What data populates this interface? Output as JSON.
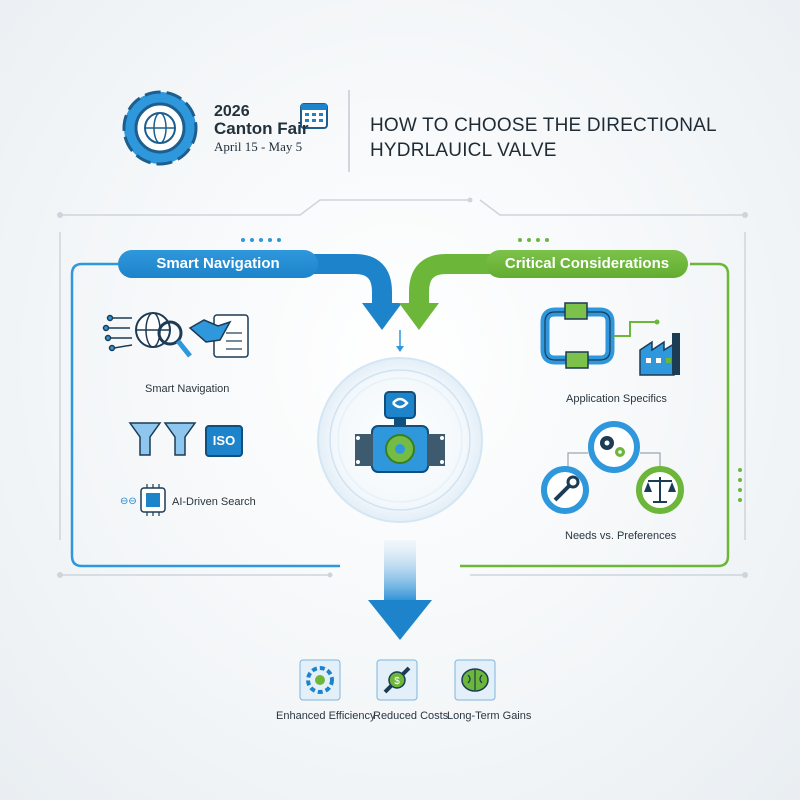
{
  "header": {
    "event_year": "2026",
    "event_name": "Canton Fair",
    "event_dates": "April 15 - May 5",
    "title_line1": "HOW TO CHOOSE THE DIRECTIONAL",
    "title_line2": "HYDRLAUICL VALVE"
  },
  "left_panel": {
    "banner": "Smart Navigation",
    "item1_label": "Smart Navigation",
    "iso_badge": "ISO",
    "ai_prefix": "⊖⊖",
    "item3_label": "AI-Driven Search"
  },
  "right_panel": {
    "banner": "Critical Considerations",
    "item1_label": "Application Specifics",
    "item2_label": "Needs vs. Preferences"
  },
  "outcomes": [
    {
      "label": "Enhanced Efficiency",
      "icon": "gear-icon"
    },
    {
      "label": "Reduced Costs",
      "icon": "wrench-coin-icon"
    },
    {
      "label": "Long-Term Gains",
      "icon": "brain-icon"
    }
  ],
  "colors": {
    "blue": "#1d84cb",
    "green": "#6cb63a",
    "dark": "#22313c"
  }
}
